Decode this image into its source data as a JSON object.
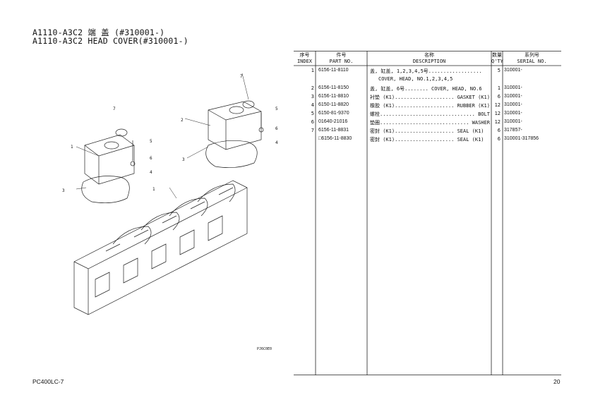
{
  "header": {
    "title_cn": "A1110-A3C2 端 盖 (#310001-)",
    "title_en": "A1110-A3C2 HEAD COVER(#310001-)"
  },
  "diagram": {
    "code": "PJ6C0E0",
    "callouts": [
      "1",
      "2",
      "3",
      "4",
      "5",
      "6",
      "7",
      "1",
      "3",
      "4",
      "5",
      "6",
      "7"
    ]
  },
  "table": {
    "headers": {
      "index_cn": "序号",
      "index_en": "INDEX",
      "part_cn": "件号",
      "part_en": "PART NO.",
      "desc_cn": "名称",
      "desc_en": "DESCRIPTION",
      "qty_cn": "数量",
      "qty_en": "Q'TY",
      "serial_cn": "系列号",
      "serial_en": "SERIAL NO."
    },
    "rows": [
      {
        "index": "1",
        "part": "6156-11-8110",
        "desc": "盖, 缸盖, 1,2,3,4,5号..................",
        "qty": "5",
        "serial": "310001-"
      },
      {
        "index": "",
        "part": "",
        "desc": "COVER, HEAD, NO.1,2,3,4,5",
        "qty": "",
        "serial": ""
      },
      {
        "index": "2",
        "part": "6156-11-8150",
        "desc": "盖, 缸盖, 6号........ COVER, HEAD, NO.6",
        "qty": "1",
        "serial": "310001-"
      },
      {
        "index": "3",
        "part": "6156-11-8810",
        "desc": "衬垫 (K1).................... GASKET (K1)",
        "qty": "6",
        "serial": "310001-"
      },
      {
        "index": "4",
        "part": "6150-11-8820",
        "desc": "橡胶 (K1).................... RUBBER (K1)",
        "qty": "12",
        "serial": "310001-"
      },
      {
        "index": "5",
        "part": "6150-81-9370",
        "desc": "螺栓................................ BOLT",
        "qty": "12",
        "serial": "310001-"
      },
      {
        "index": "6",
        "part": "01640-21016",
        "desc": "垫圈.............................. WASHER",
        "qty": "12",
        "serial": "310001-"
      },
      {
        "index": "7",
        "part": "6156-11-8831",
        "desc": "密封 (K1).................... SEAL (K1)",
        "qty": "6",
        "serial": "317857-"
      },
      {
        "index": "",
        "part": "□6156-11-8830",
        "desc": "密封 (K1).................... SEAL (K1)",
        "qty": "6",
        "serial": "310001-317856"
      }
    ]
  },
  "footer": {
    "model": "PC400LC-7",
    "page": "20"
  }
}
